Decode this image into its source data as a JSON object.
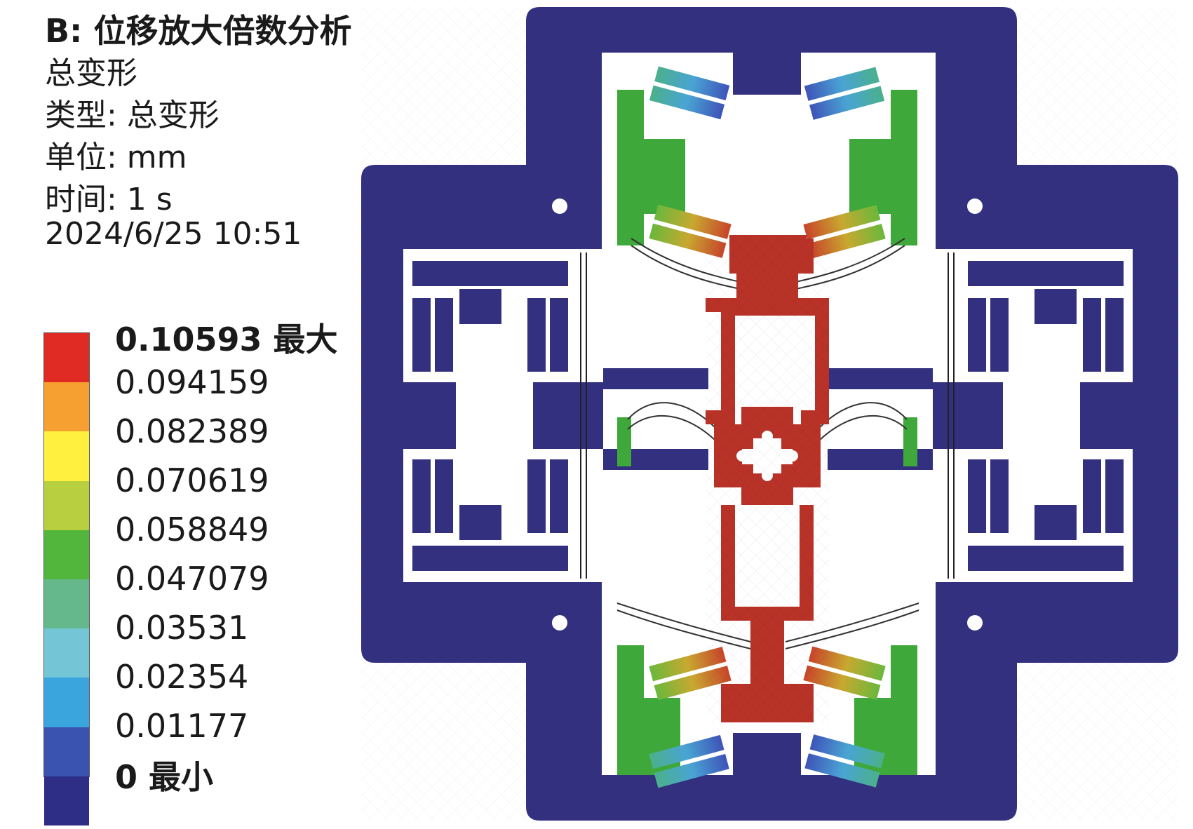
{
  "header": {
    "title": "B: 位移放大倍数分析",
    "result_name": "总变形",
    "type_line": "类型: 总变形",
    "unit_line": "单位: mm",
    "time_line": "时间: 1 s",
    "timestamp": "2024/6/25 10:51"
  },
  "legend": {
    "labels": [
      "0.10593 最大",
      "0.094159",
      "0.082389",
      "0.070619",
      "0.058849",
      "0.047079",
      "0.03531",
      "0.02354",
      "0.01177",
      "0 最小"
    ],
    "colors": [
      "#e02a24",
      "#f5a030",
      "#fff040",
      "#b8d040",
      "#52b63c",
      "#64b88c",
      "#74c6d6",
      "#3aa4dc",
      "#3a52b0",
      "#2e2e86"
    ]
  },
  "model_colors": {
    "frame": "#33307f",
    "red": "#b83228",
    "green": "#3fa83a",
    "blue_beam": "#3e73c6",
    "grad_beam": "#b8a030",
    "background": "#ffffff"
  }
}
